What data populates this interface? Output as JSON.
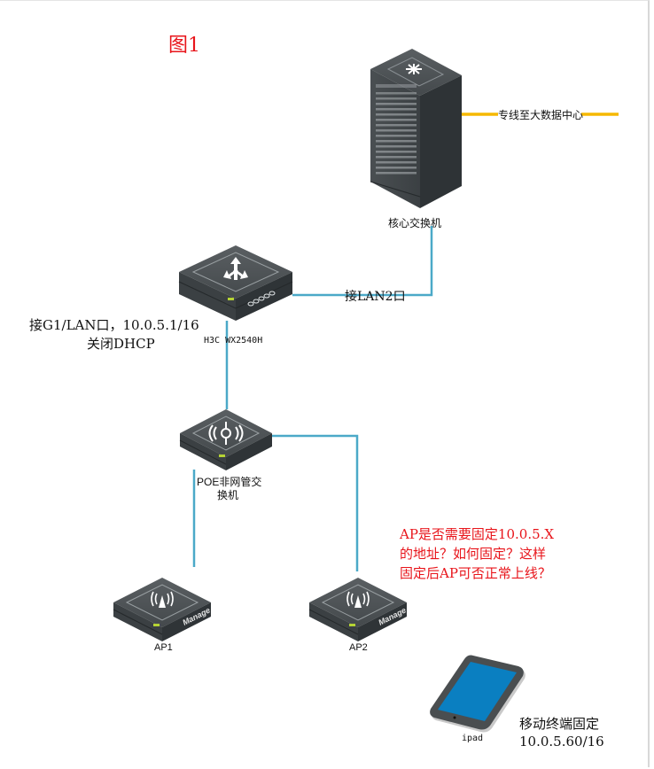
{
  "figure_title": "图1",
  "nodes": {
    "core_switch": {
      "label": "核心交换机"
    },
    "ac_controller": {
      "label": "H3C WX2540H"
    },
    "poe_switch": {
      "label_line1": "POE非网管交",
      "label_line2": "换机"
    },
    "ap1": {
      "label": "AP1",
      "badge": "Manage"
    },
    "ap2": {
      "label": "AP2",
      "badge": "Manage"
    },
    "ipad": {
      "label": "ipad"
    }
  },
  "links": {
    "datacenter_line": {
      "label": "专线至大数据中心",
      "color": "#F5B800"
    },
    "lan2_link": {
      "label": "接LAN2口",
      "color": "#4BA9C8"
    }
  },
  "annotations": {
    "ac_config_line1": "接G1/LAN口，10.0.5.1/16",
    "ac_config_line2": "关闭DHCP",
    "question_line1": "AP是否需要固定10.0.5.X",
    "question_line2": "的地址？如何固定？这样",
    "question_line3": "固定后AP可否正常上线？",
    "terminal_line1": "移动终端固定",
    "terminal_line2": "10.0.5.60/16"
  },
  "colors": {
    "title_red": "#E8151B",
    "question_red": "#E8151B",
    "link_blue": "#4BA9C8",
    "link_yellow": "#F5B800",
    "device_dark": "#3E4447",
    "screen_blue": "#0A7FC1"
  }
}
